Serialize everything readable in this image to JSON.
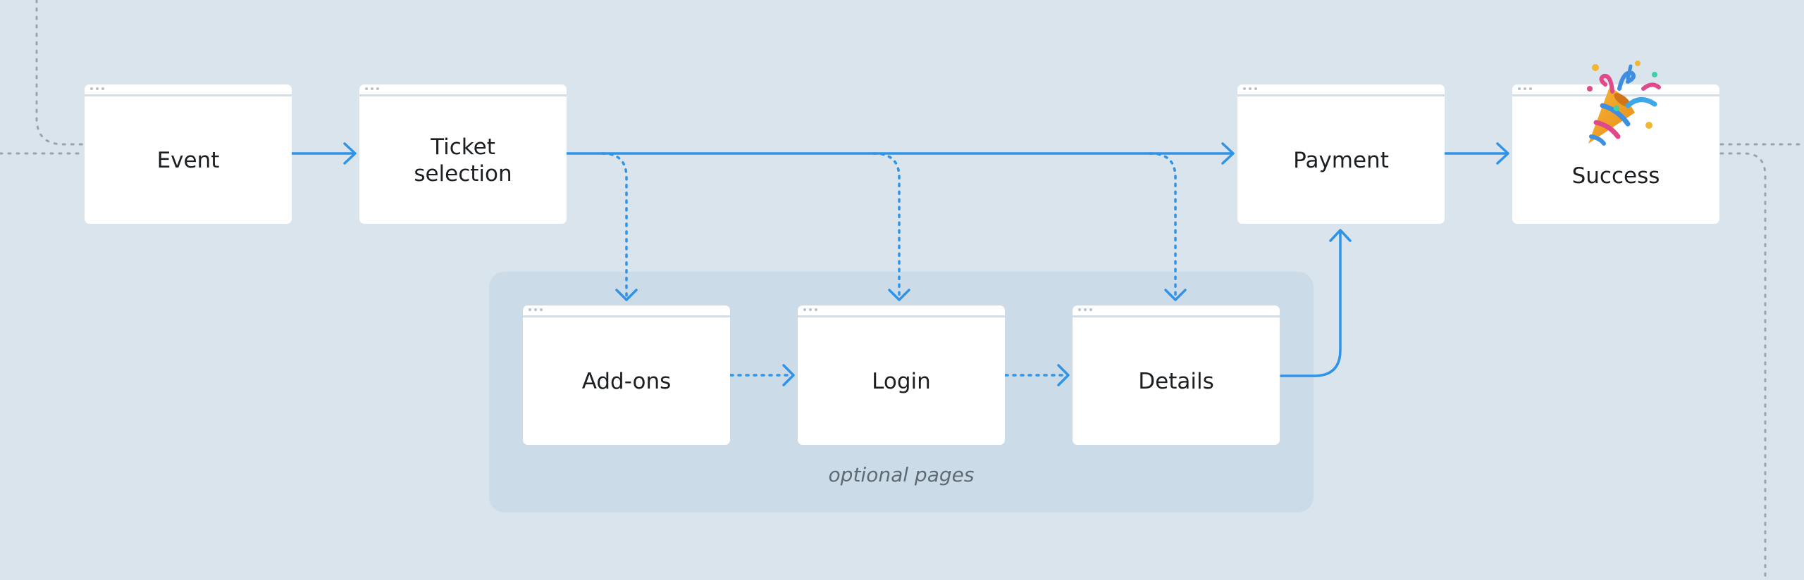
{
  "pages": {
    "event": {
      "label": "Event"
    },
    "ticket_selection": {
      "label": "Ticket\nselection"
    },
    "payment": {
      "label": "Payment"
    },
    "success": {
      "label": "Success"
    },
    "addons": {
      "label": "Add-ons"
    },
    "login": {
      "label": "Login"
    },
    "details": {
      "label": "Details"
    }
  },
  "optional_group": {
    "label": "optional pages"
  },
  "icons": {
    "celebration": "party-popper-icon"
  },
  "colors": {
    "background": "#d9e4ed",
    "optional_group_bg": "#cbdbe7",
    "arrow": "#2f93e8",
    "dotted_connector": "#9aa3ab",
    "page": "#ffffff"
  }
}
